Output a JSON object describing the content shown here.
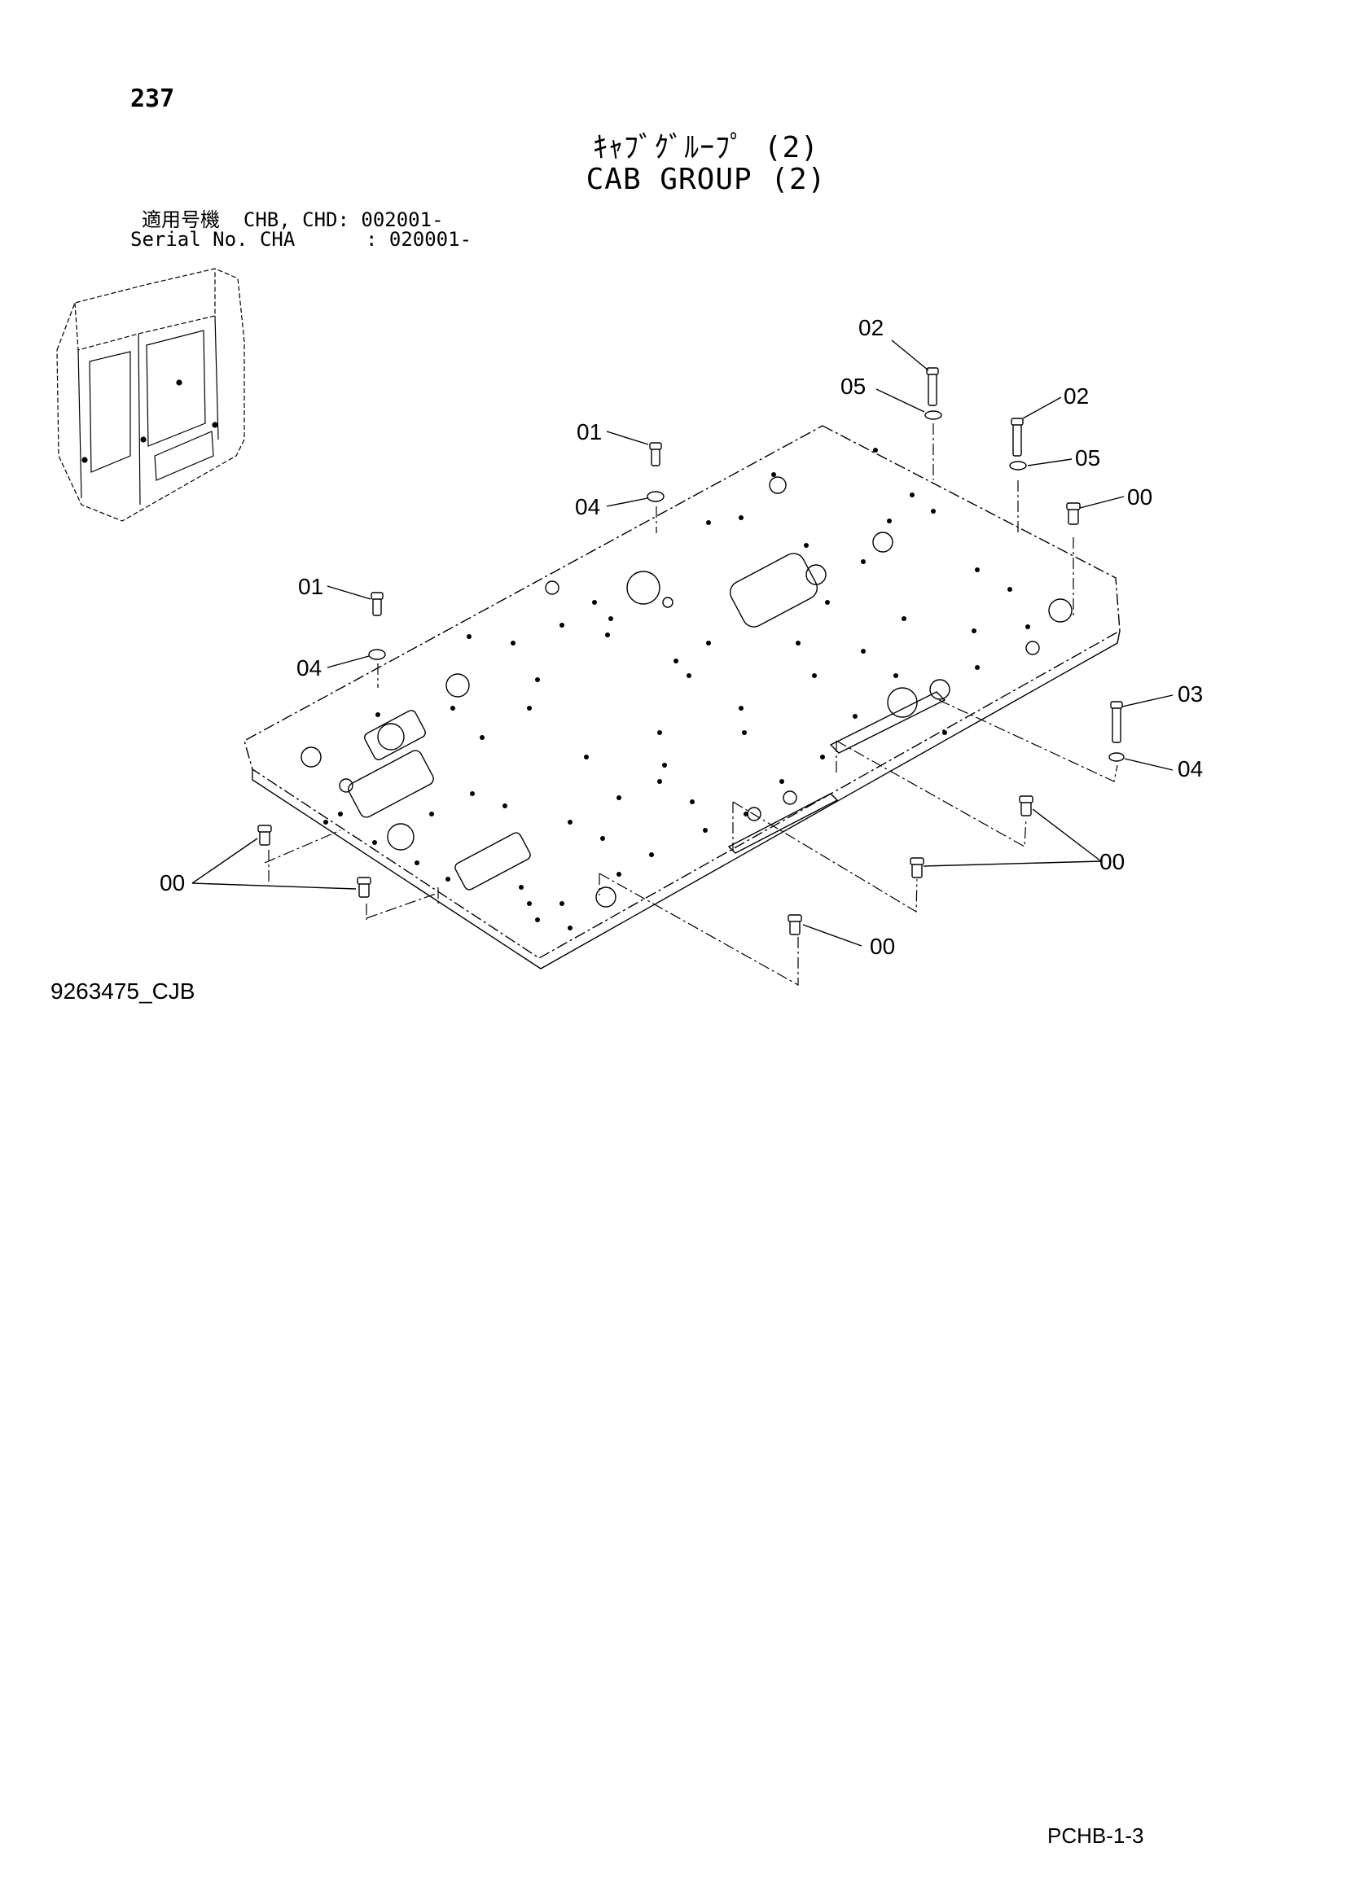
{
  "header": {
    "page_number": "237",
    "title_jp": "ｷｬﾌﾞｸﾞﾙｰﾌﾟ (2)",
    "title_en": "CAB GROUP (2)",
    "serial_line_1": "適用号機  CHB, CHD: 002001-",
    "serial_line_2": "Serial No. CHA      : 020001-"
  },
  "callouts": {
    "c02_top": "02",
    "c05_top": "05",
    "c02_right": "02",
    "c05_right": "05",
    "c00_right": "00",
    "c01_upper": "01",
    "c04_upper": "04",
    "c01_lower": "01",
    "c04_lower": "04",
    "c03": "03",
    "c04_right": "04",
    "c00_left": "00",
    "c00_bottom_right": "00",
    "c00_bottom": "00"
  },
  "footer": {
    "drawing_code": "9263475_CJB",
    "sheet_code": "PCHB-1-3"
  }
}
